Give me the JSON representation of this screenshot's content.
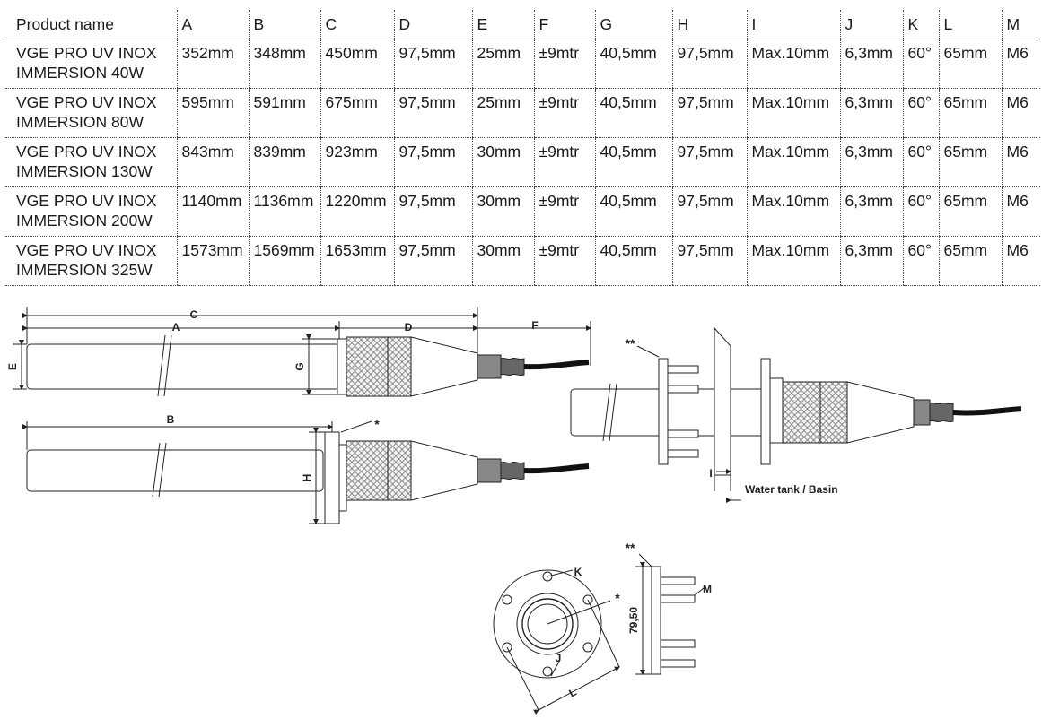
{
  "table": {
    "headers": [
      "Product name",
      "A",
      "B",
      "C",
      "D",
      "E",
      "F",
      "G",
      "H",
      "I",
      "J",
      "K",
      "L",
      "M"
    ],
    "rows": [
      {
        "name_line1": "VGE PRO UV INOX",
        "name_line2": "IMMERSION 40W",
        "values": [
          "352mm",
          "348mm",
          "450mm",
          "97,5mm",
          "25mm",
          "±9mtr",
          "40,5mm",
          "97,5mm",
          "Max.10mm",
          "6,3mm",
          "60°",
          "65mm",
          "M6"
        ]
      },
      {
        "name_line1": "VGE PRO UV INOX",
        "name_line2": "IMMERSION 80W",
        "values": [
          "595mm",
          "591mm",
          "675mm",
          "97,5mm",
          "25mm",
          "±9mtr",
          "40,5mm",
          "97,5mm",
          "Max.10mm",
          "6,3mm",
          "60°",
          "65mm",
          "M6"
        ]
      },
      {
        "name_line1": "VGE PRO UV INOX",
        "name_line2": "IMMERSION 130W",
        "values": [
          "843mm",
          "839mm",
          "923mm",
          "97,5mm",
          "30mm",
          "±9mtr",
          "40,5mm",
          "97,5mm",
          "Max.10mm",
          "6,3mm",
          "60°",
          "65mm",
          "M6"
        ]
      },
      {
        "name_line1": "VGE PRO UV INOX",
        "name_line2": "IMMERSION 200W",
        "values": [
          "1140mm",
          "1136mm",
          "1220mm",
          "97,5mm",
          "30mm",
          "±9mtr",
          "40,5mm",
          "97,5mm",
          "Max.10mm",
          "6,3mm",
          "60°",
          "65mm",
          "M6"
        ]
      },
      {
        "name_line1": "VGE PRO UV INOX",
        "name_line2": "IMMERSION 325W",
        "values": [
          "1573mm",
          "1569mm",
          "1653mm",
          "97,5mm",
          "30mm",
          "±9mtr",
          "40,5mm",
          "97,5mm",
          "Max.10mm",
          "6,3mm",
          "60°",
          "65mm",
          "M6"
        ]
      }
    ]
  },
  "drawing": {
    "labels": {
      "a": "A",
      "b": "B",
      "c": "C",
      "d": "D",
      "e": "E",
      "f": "F",
      "g": "G",
      "h": "H",
      "i": "I",
      "j": "J",
      "k": "K",
      "l": "L",
      "m": "M",
      "single_star": "*",
      "double_star": "**",
      "tank": "Water tank / Basin",
      "flange_dim": "79,50"
    }
  }
}
